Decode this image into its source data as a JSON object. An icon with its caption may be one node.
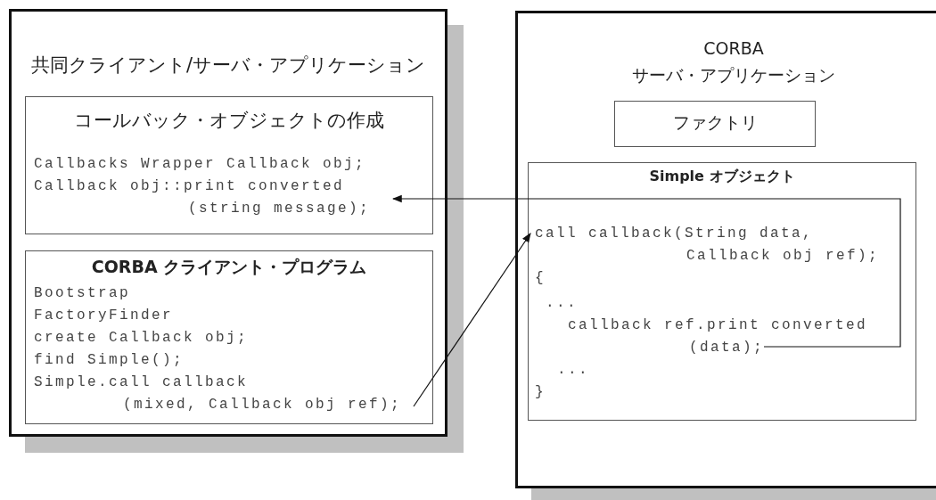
{
  "diagram": {
    "nodes": [
      {
        "text": [
          "共同クライアント/サーバ・アプリケーション"
        ]
      },
      {
        "text": [
          "コールバック・オブジェクトの作成",
          "Callbacks Wrapper Callback obj;",
          "Callback obj::print converted (string message);"
        ],
        "in": 0
      },
      {
        "text": [
          "CORBA クライアント・プログラム",
          "Bootstrap",
          "FactoryFinder",
          "create Callback obj;",
          "find Simple();",
          "Simple.call callback (mixed, Callback obj ref);"
        ],
        "in": 0
      },
      {
        "text": [
          "CORBA サーバ・アプリケーション"
        ]
      },
      {
        "text": [
          "ファクトリ"
        ],
        "in": 3
      },
      {
        "text": [
          "Simple オブジェクト",
          "call callback(String data, Callback obj ref);",
          "{",
          "...",
          "callback ref.print converted (data);",
          "...",
          "}"
        ],
        "in": 3
      }
    ],
    "edges": [
      {
        "from": 5,
        "to": 1,
        "arrow": "to"
      },
      {
        "from": 2,
        "to": 5,
        "arrow": "to"
      }
    ]
  }
}
